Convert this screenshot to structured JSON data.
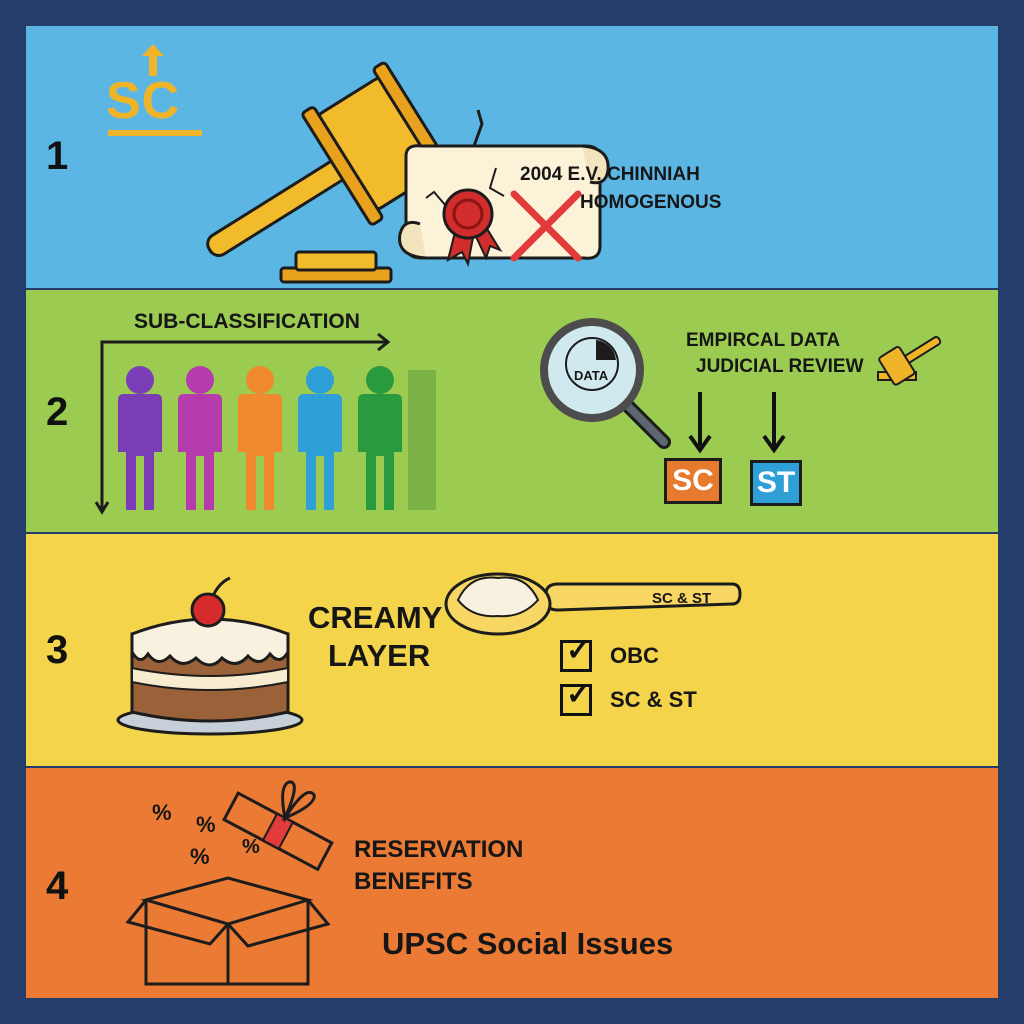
{
  "section1": {
    "number": "1",
    "logo_text": "SC",
    "case_line1": "2004 E.V. CHINNIAH",
    "case_line2": "HOMOGENOUS"
  },
  "section2": {
    "number": "2",
    "heading": "SUB-CLASSIFICATION",
    "data_text": "DATA",
    "line1": "EMPIRCAL DATA",
    "line2": "JUDICIAL REVIEW",
    "box_sc": "SC",
    "box_st": "ST"
  },
  "section3": {
    "number": "3",
    "heading_line1": "CREAMY",
    "heading_line2": "LAYER",
    "spoon_text": "SC & ST",
    "check1": "OBC",
    "check2": "SC & ST"
  },
  "section4": {
    "number": "4",
    "percent": "%",
    "heading_line1": "RESERVATION",
    "heading_line2": "BENEFITS",
    "footer": "UPSC Social Issues"
  },
  "colors": {
    "band1": "#5cb6e4",
    "band2": "#9ccb52",
    "band3": "#f4d44a",
    "band4": "#ea7a34",
    "frame": "#243d6b",
    "gold": "#f0b429",
    "sc_box": "#e67a2e",
    "st_box": "#2f9fd8"
  },
  "icons": [
    "arrow-up-icon",
    "gavel-icon",
    "scroll-icon",
    "wax-seal-icon",
    "red-x-icon",
    "people-icon",
    "magnifier-icon",
    "pie-chart-icon",
    "down-arrow-icon",
    "cake-icon",
    "spoon-icon",
    "checkbox-icon",
    "gift-box-icon"
  ]
}
